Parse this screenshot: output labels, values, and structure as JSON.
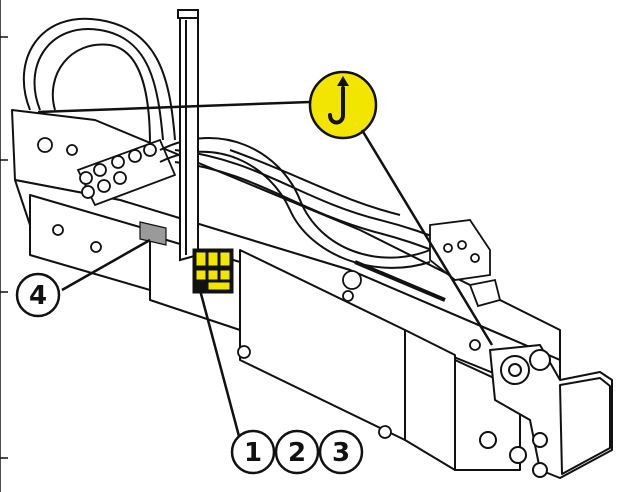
{
  "callouts": [
    {
      "label": "4",
      "refers_to": "side-decal"
    },
    {
      "label": "1",
      "refers_to": "safety-decals"
    },
    {
      "label": "2",
      "refers_to": "safety-decals"
    },
    {
      "label": "3",
      "refers_to": "safety-decals"
    }
  ],
  "lift_point": {
    "icon": "lifting-hook-icon",
    "color": "#f2e600"
  },
  "colors": {
    "line": "#111111",
    "decal_yellow": "#f2e600",
    "decal_dark": "#222222",
    "side_decal": "#9a9a9a"
  }
}
